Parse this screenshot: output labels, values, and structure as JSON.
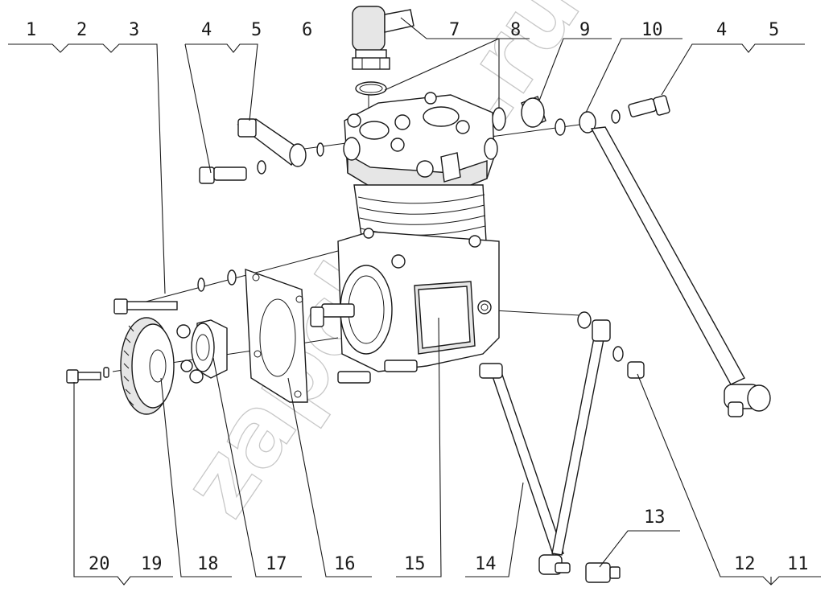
{
  "watermark": "zapchem.ru",
  "callouts": {
    "c1": "1",
    "c2": "2",
    "c3": "3",
    "c4a": "4",
    "c5a": "5",
    "c6": "6",
    "c7": "7",
    "c8": "8",
    "c9": "9",
    "c10": "10",
    "c4b": "4",
    "c5b": "5",
    "c20": "20",
    "c19": "19",
    "c18": "18",
    "c17": "17",
    "c16": "16",
    "c15": "15",
    "c14": "14",
    "c13": "13",
    "c12": "12",
    "c11": "11"
  }
}
